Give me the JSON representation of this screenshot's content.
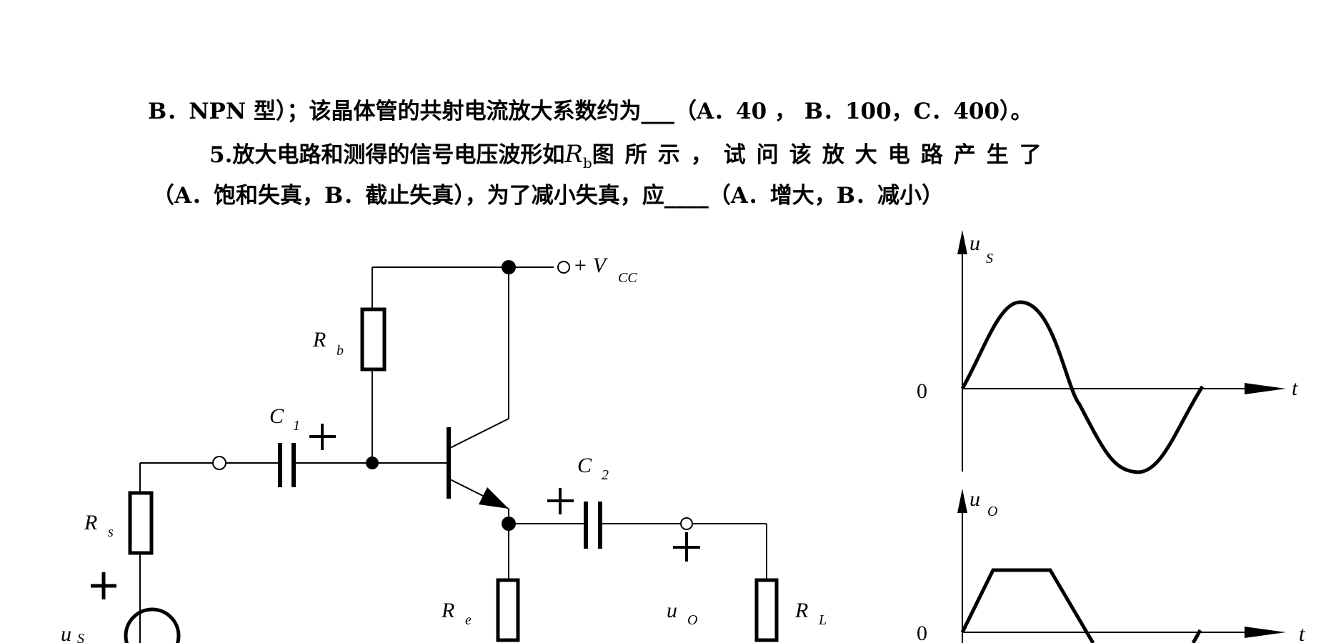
{
  "text": {
    "line1": "B．NPN 型）；该晶体管的共射电流放大系数约为___（A．40 ，  B．100，C．400）。",
    "line2_a": "5.放大电路和测得的信号电压波形如",
    "line2_rb": "R",
    "line2_rb_sub": "b",
    "line2_b": "图所示，试问该放大电路产生了",
    "line3": "（A．饱和失真，B．截止失真），为了减小失真，应____（A．增大，B．减小）"
  },
  "circuit_labels": {
    "vcc": "+ V",
    "vcc_sub": "CC",
    "rb": "R",
    "rb_sub": "b",
    "c1": "C",
    "c1_sub": "1",
    "c2": "C",
    "c2_sub": "2",
    "rs": "R",
    "rs_sub": "s",
    "re": "R",
    "re_sub": "e",
    "rl": "R",
    "rl_sub": "L",
    "us": "u",
    "us_sub": "S",
    "uo": "u",
    "uo_sub": "O",
    "plus": "+"
  },
  "waveform_labels": {
    "top_axis": "u",
    "top_axis_sub": "S",
    "bottom_axis": "u",
    "bottom_axis_sub": "O",
    "zero": "0",
    "t": "t"
  }
}
